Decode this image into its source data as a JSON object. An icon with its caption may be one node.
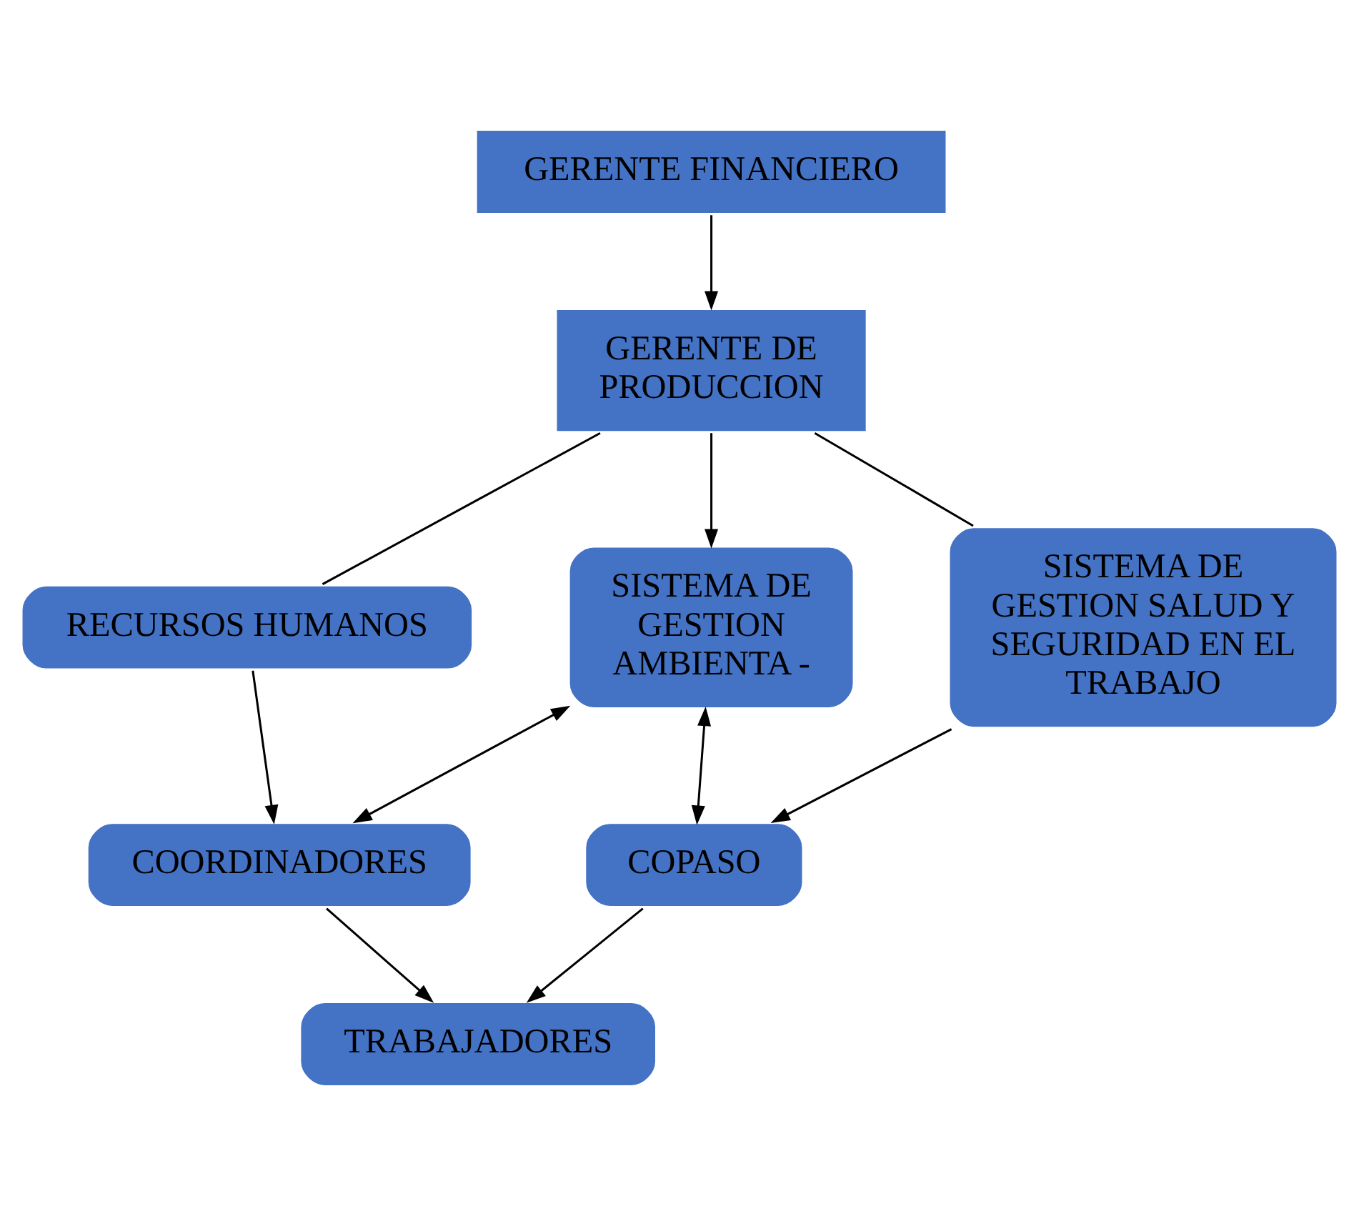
{
  "diagram": {
    "nodes": [
      {
        "text": [
          "GERENTE FINANCIERO"
        ]
      },
      {
        "text": [
          "GERENTE DE PRODUCCION"
        ]
      },
      {
        "text": [
          "RECURSOS HUMANOS"
        ]
      },
      {
        "text": [
          "SISTEMA DE GESTION AMBIENTA -"
        ]
      },
      {
        "text": [
          "SISTEMA DE GESTION SALUD Y SEGURIDAD EN EL TRABAJO"
        ]
      },
      {
        "text": [
          "COORDINADORES"
        ]
      },
      {
        "text": [
          "COPASO"
        ]
      },
      {
        "text": [
          "TRABAJADORES"
        ]
      }
    ],
    "edges": [
      {
        "from": 0,
        "to": 1,
        "arrow": "to"
      },
      {
        "from": 1,
        "to": 2,
        "arrow": "none"
      },
      {
        "from": 1,
        "to": 3,
        "arrow": "to"
      },
      {
        "from": 1,
        "to": 4,
        "arrow": "none"
      },
      {
        "from": 2,
        "to": 5,
        "arrow": "to"
      },
      {
        "from": 3,
        "to": 5,
        "arrow": "both"
      },
      {
        "from": 3,
        "to": 6,
        "arrow": "both"
      },
      {
        "from": 4,
        "to": 6,
        "arrow": "to"
      },
      {
        "from": 6,
        "to": 7,
        "arrow": "to"
      },
      {
        "from": 5,
        "to": 7,
        "arrow": "to"
      }
    ]
  }
}
